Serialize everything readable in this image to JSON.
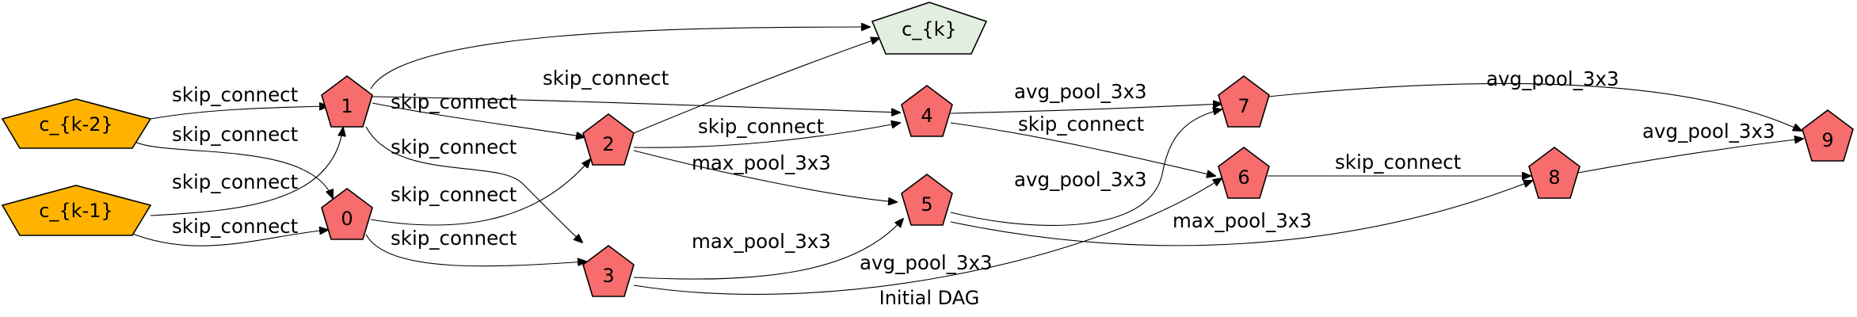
{
  "caption": "Initial DAG",
  "colors": {
    "input": "#FFB300",
    "intermediate": "#F76C6C",
    "output": "#E2EEDF",
    "stroke": "#000000"
  },
  "nodes": {
    "ck2": "c_{k-2}",
    "ck1": "c_{k-1}",
    "n0": "0",
    "n1": "1",
    "n2": "2",
    "n3": "3",
    "n4": "4",
    "n5": "5",
    "n6": "6",
    "n7": "7",
    "n8": "8",
    "n9": "9",
    "ck": "c_{k}"
  },
  "edges": [
    {
      "from": "c_{k-2}",
      "to": "1",
      "label": "skip_connect"
    },
    {
      "from": "c_{k-2}",
      "to": "0",
      "label": "skip_connect"
    },
    {
      "from": "c_{k-1}",
      "to": "1",
      "label": "skip_connect"
    },
    {
      "from": "c_{k-1}",
      "to": "0",
      "label": "skip_connect"
    },
    {
      "from": "1",
      "to": "2",
      "label": "skip_connect"
    },
    {
      "from": "1",
      "to": "3",
      "label": "skip_connect"
    },
    {
      "from": "1",
      "to": "4",
      "label": "skip_connect"
    },
    {
      "from": "1",
      "to": "c_{k}",
      "label": ""
    },
    {
      "from": "0",
      "to": "2",
      "label": "skip_connect"
    },
    {
      "from": "0",
      "to": "3",
      "label": "skip_connect"
    },
    {
      "from": "2",
      "to": "4",
      "label": "skip_connect"
    },
    {
      "from": "2",
      "to": "5",
      "label": "max_pool_3x3"
    },
    {
      "from": "2",
      "to": "c_{k}",
      "label": ""
    },
    {
      "from": "3",
      "to": "5",
      "label": "max_pool_3x3"
    },
    {
      "from": "3",
      "to": "6",
      "label": "avg_pool_3x3"
    },
    {
      "from": "4",
      "to": "7",
      "label": "avg_pool_3x3"
    },
    {
      "from": "4",
      "to": "6",
      "label": "skip_connect"
    },
    {
      "from": "5",
      "to": "7",
      "label": "avg_pool_3x3"
    },
    {
      "from": "5",
      "to": "8",
      "label": "max_pool_3x3"
    },
    {
      "from": "6",
      "to": "8",
      "label": "skip_connect"
    },
    {
      "from": "7",
      "to": "9",
      "label": "avg_pool_3x3"
    },
    {
      "from": "8",
      "to": "9",
      "label": "avg_pool_3x3"
    }
  ]
}
